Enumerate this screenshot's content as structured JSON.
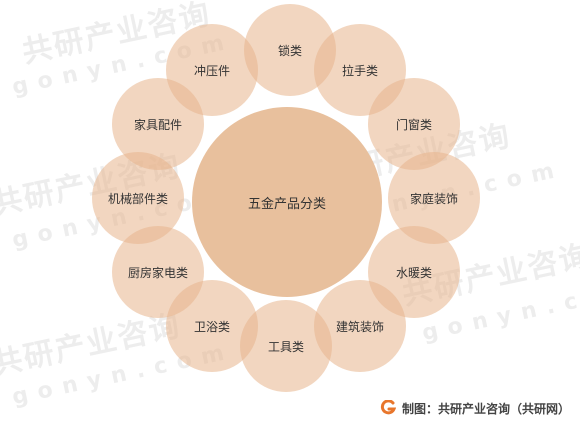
{
  "watermark": {
    "brand_cn": "共研产业咨询",
    "brand_en": "gonyn.com"
  },
  "diagram": {
    "center": "五金产品分类",
    "items": [
      "锁类",
      "拉手类",
      "门窗类",
      "家庭装饰",
      "水暖类",
      "建筑装饰",
      "工具类",
      "卫浴类",
      "厨房家电类",
      "机械部件类",
      "家具配件",
      "冲压件"
    ]
  },
  "footer": {
    "source": "制图：共研产业咨询（共研网）",
    "logo_icon": "gonyn-logo-icon",
    "colors": {
      "logo": "#e8762c"
    }
  },
  "colors": {
    "center_fill": "#e8c09d",
    "petal_fill": "#e8b48c"
  }
}
